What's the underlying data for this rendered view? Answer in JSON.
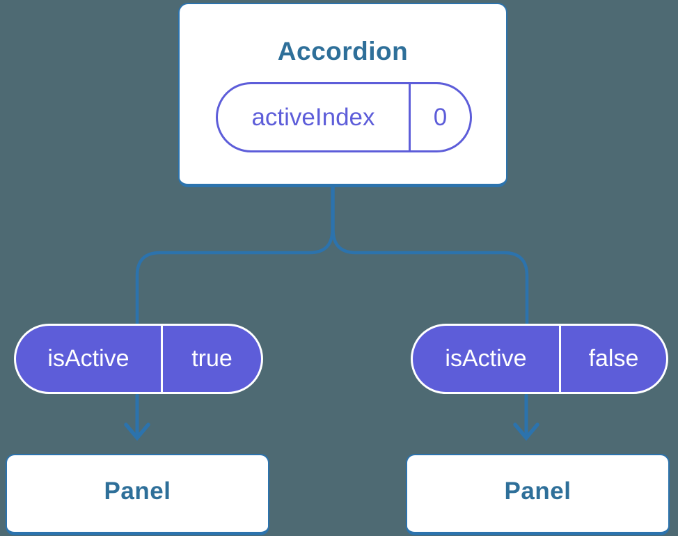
{
  "diagram": {
    "description": "Component tree showing lifted state: Accordion holds activeIndex and passes isActive props to two Panels",
    "colors": {
      "background": "#4E6A73",
      "connector_blue": "#2C73AD",
      "heading_blue": "#2E6F99",
      "pill_purple": "#5D5DD9",
      "pill_text_white": "#FFFFFF",
      "card_white": "#FFFFFF"
    },
    "root": {
      "title": "Accordion",
      "prop_name": "activeIndex",
      "prop_value": "0"
    },
    "children": [
      {
        "prop_name": "isActive",
        "prop_value": "true",
        "panel_label": "Panel"
      },
      {
        "prop_name": "isActive",
        "prop_value": "false",
        "panel_label": "Panel"
      }
    ]
  }
}
